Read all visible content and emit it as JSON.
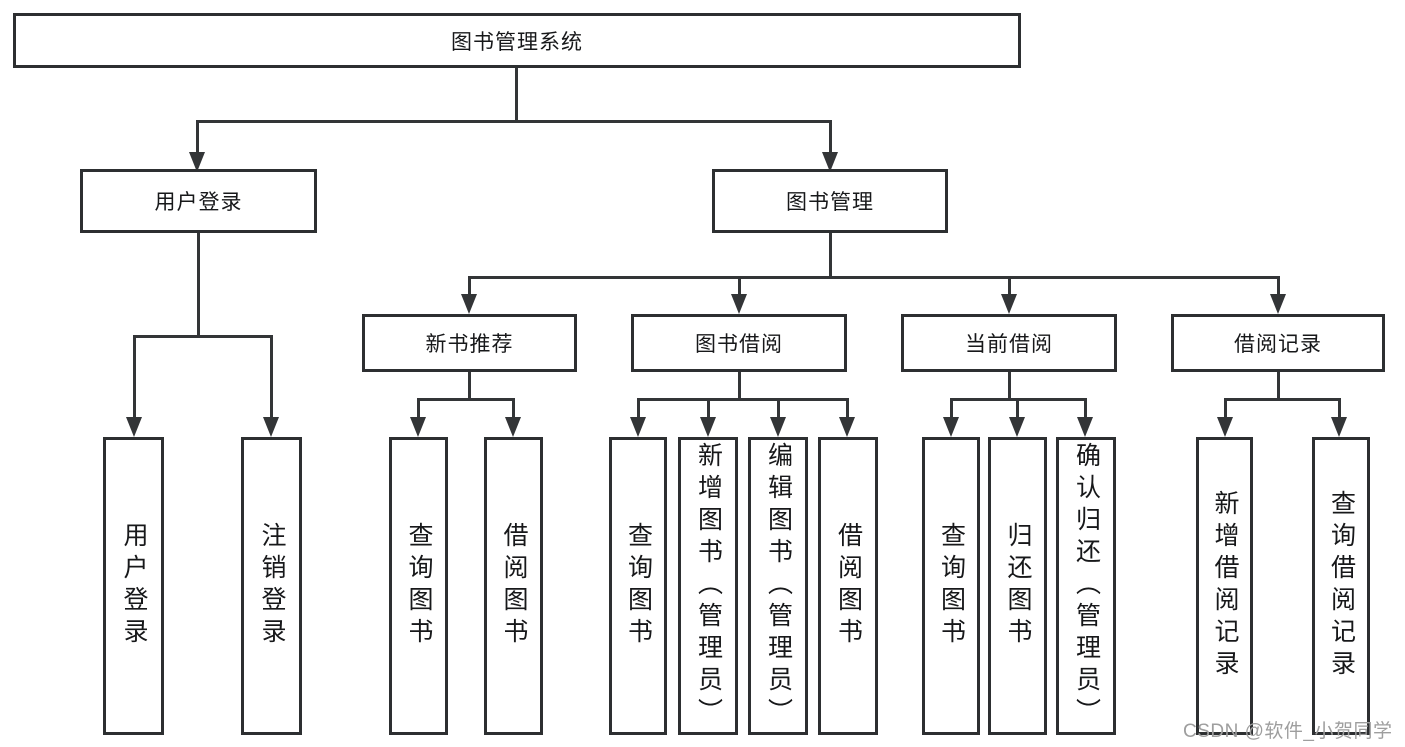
{
  "diagram_type": "hierarchy-tree",
  "colors": {
    "line": "#333537",
    "box_border": "#2d2f31",
    "text": "#17181a",
    "background": "#ffffff",
    "watermark": "#9e9e9e"
  },
  "tree": {
    "label": "图书管理系统",
    "children": [
      {
        "label": "用户登录",
        "children": [
          {
            "label": "用户登录"
          },
          {
            "label": "注销登录"
          }
        ]
      },
      {
        "label": "图书管理",
        "children": [
          {
            "label": "新书推荐",
            "children": [
              {
                "label": "查询图书"
              },
              {
                "label": "借阅图书"
              }
            ]
          },
          {
            "label": "图书借阅",
            "children": [
              {
                "label": "查询图书"
              },
              {
                "label": "新增图书（管理员）"
              },
              {
                "label": "编辑图书（管理员）"
              },
              {
                "label": "借阅图书"
              }
            ]
          },
          {
            "label": "当前借阅",
            "children": [
              {
                "label": "查询图书"
              },
              {
                "label": "归还图书"
              },
              {
                "label": "确认归还（管理员）"
              }
            ]
          },
          {
            "label": "借阅记录",
            "children": [
              {
                "label": "新增借阅记录"
              },
              {
                "label": "查询借阅记录"
              }
            ]
          }
        ]
      }
    ]
  },
  "watermark": {
    "text": "CSDN @软件_小贺同学"
  }
}
